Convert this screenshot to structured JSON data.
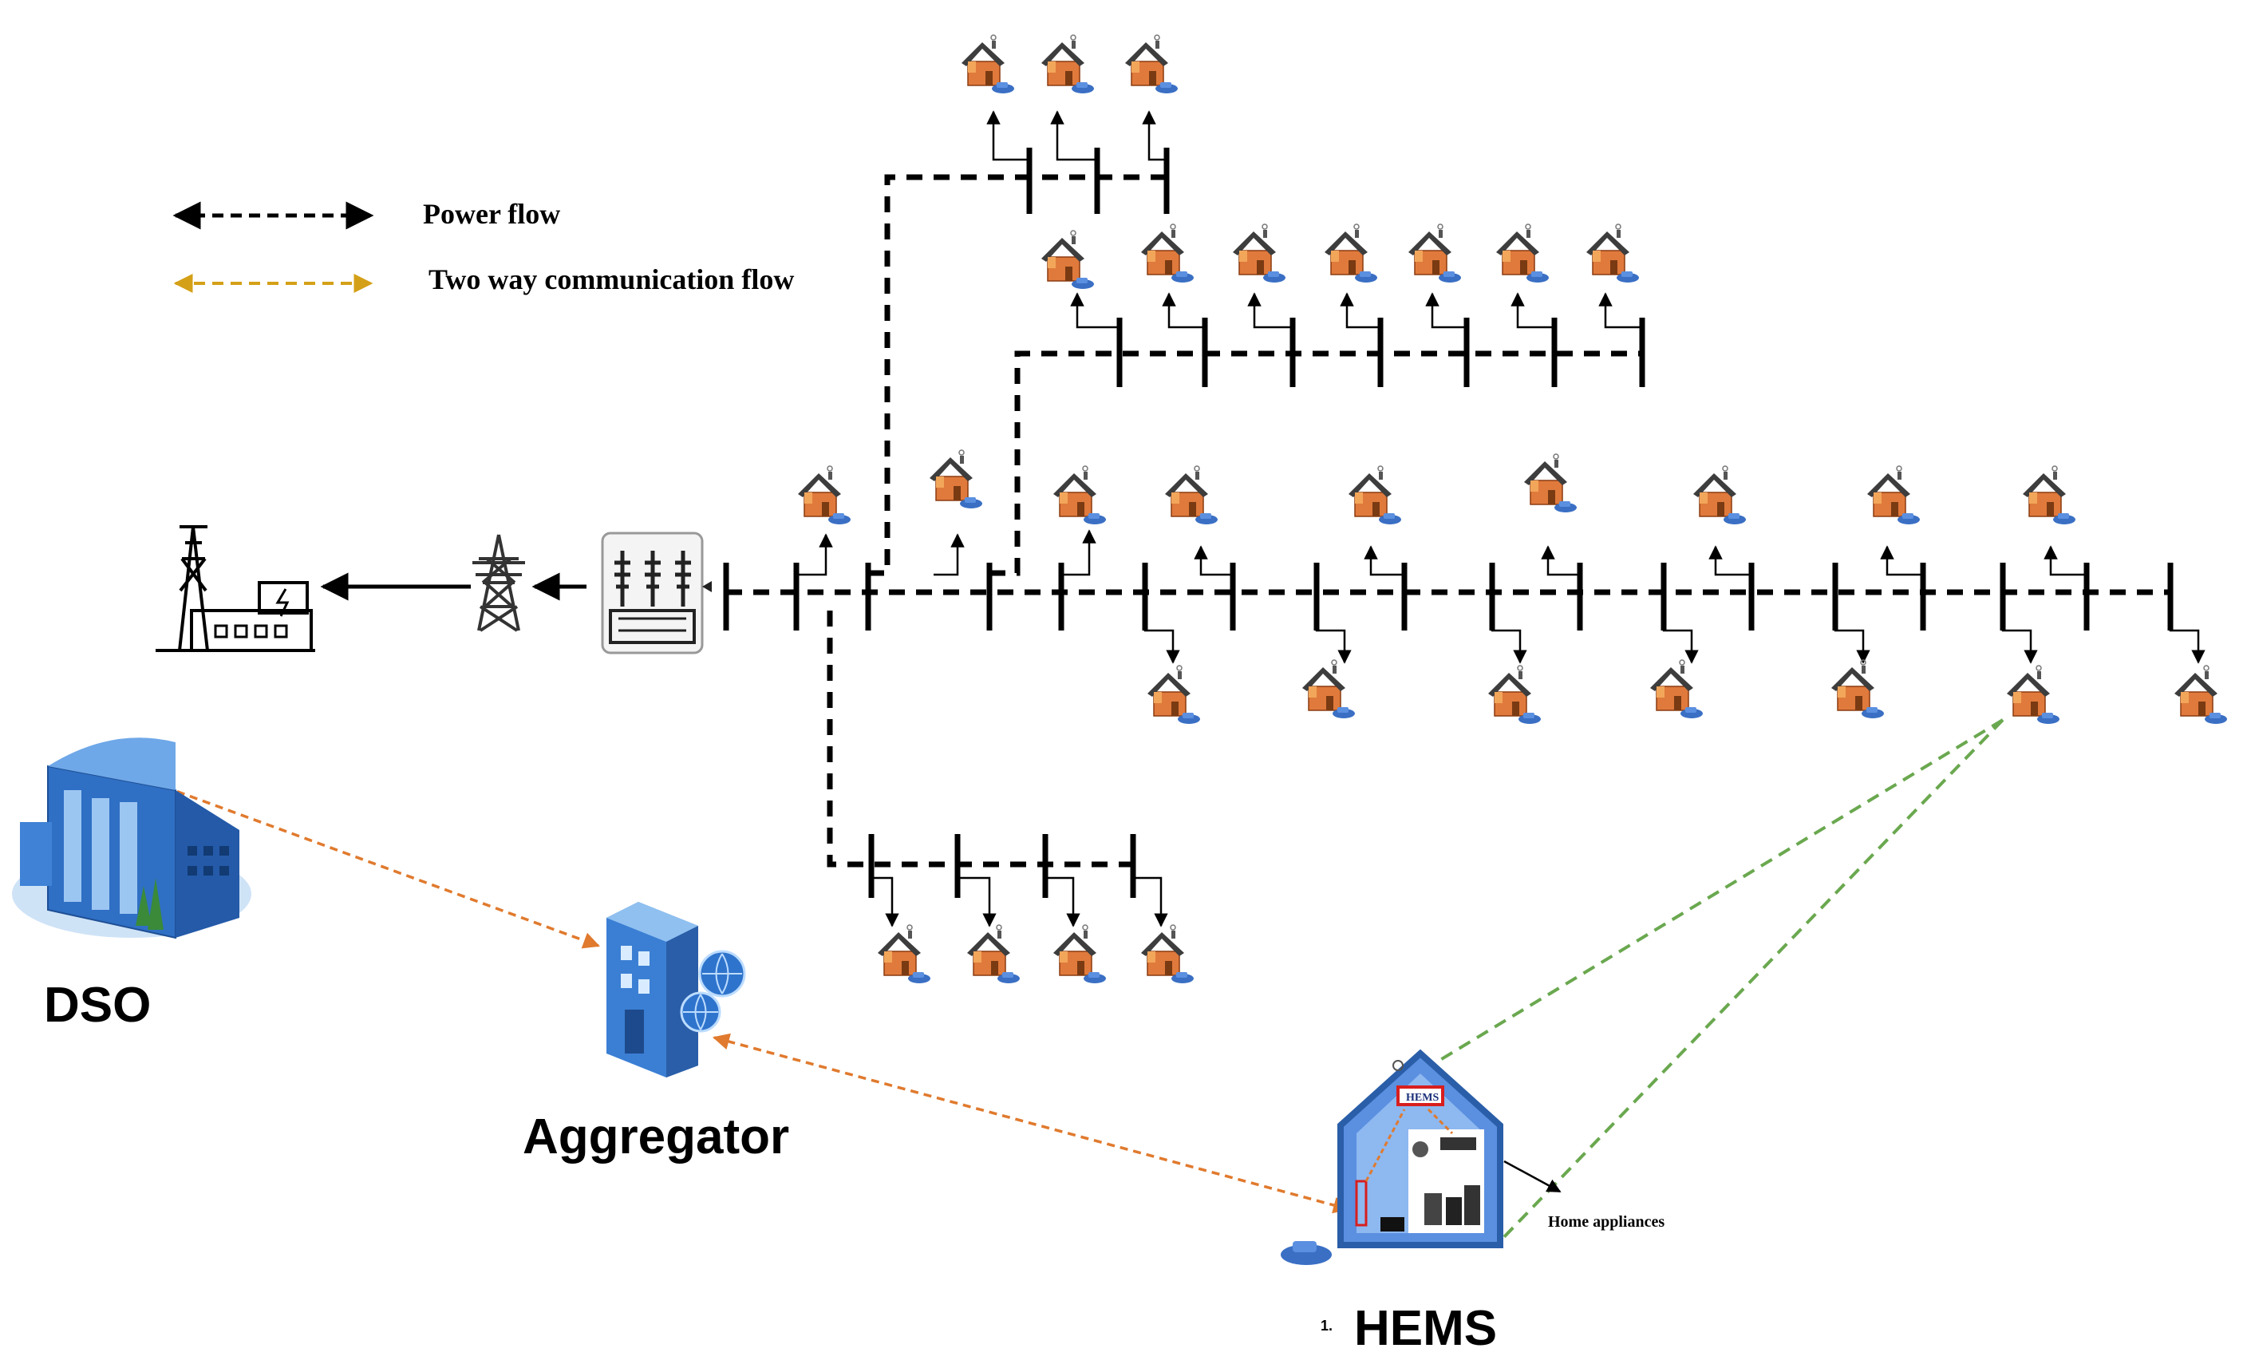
{
  "legend": {
    "power_flow": "Power flow",
    "communication_flow": "Two way communication flow"
  },
  "labels": {
    "dso": "DSO",
    "aggregator": "Aggregator",
    "hems": "HEMS",
    "hems_index": "1.",
    "hems_badge": "HEMS",
    "home_appliances": "Home appliances"
  },
  "colors": {
    "power_line": "#000000",
    "communication_line": "#e07a2e",
    "legend_communication": "#d4a017",
    "hems_link": "#6aa84f",
    "house_roof": "#3a3a3a",
    "house_wall": "#e07a3c",
    "building_blue": "#3a7fd0"
  },
  "icons": [
    "power-plant-icon",
    "transmission-tower-icon",
    "substation-transformer-icon",
    "house-icon",
    "dso-building-icon",
    "aggregator-server-icon",
    "hems-house-icon"
  ]
}
